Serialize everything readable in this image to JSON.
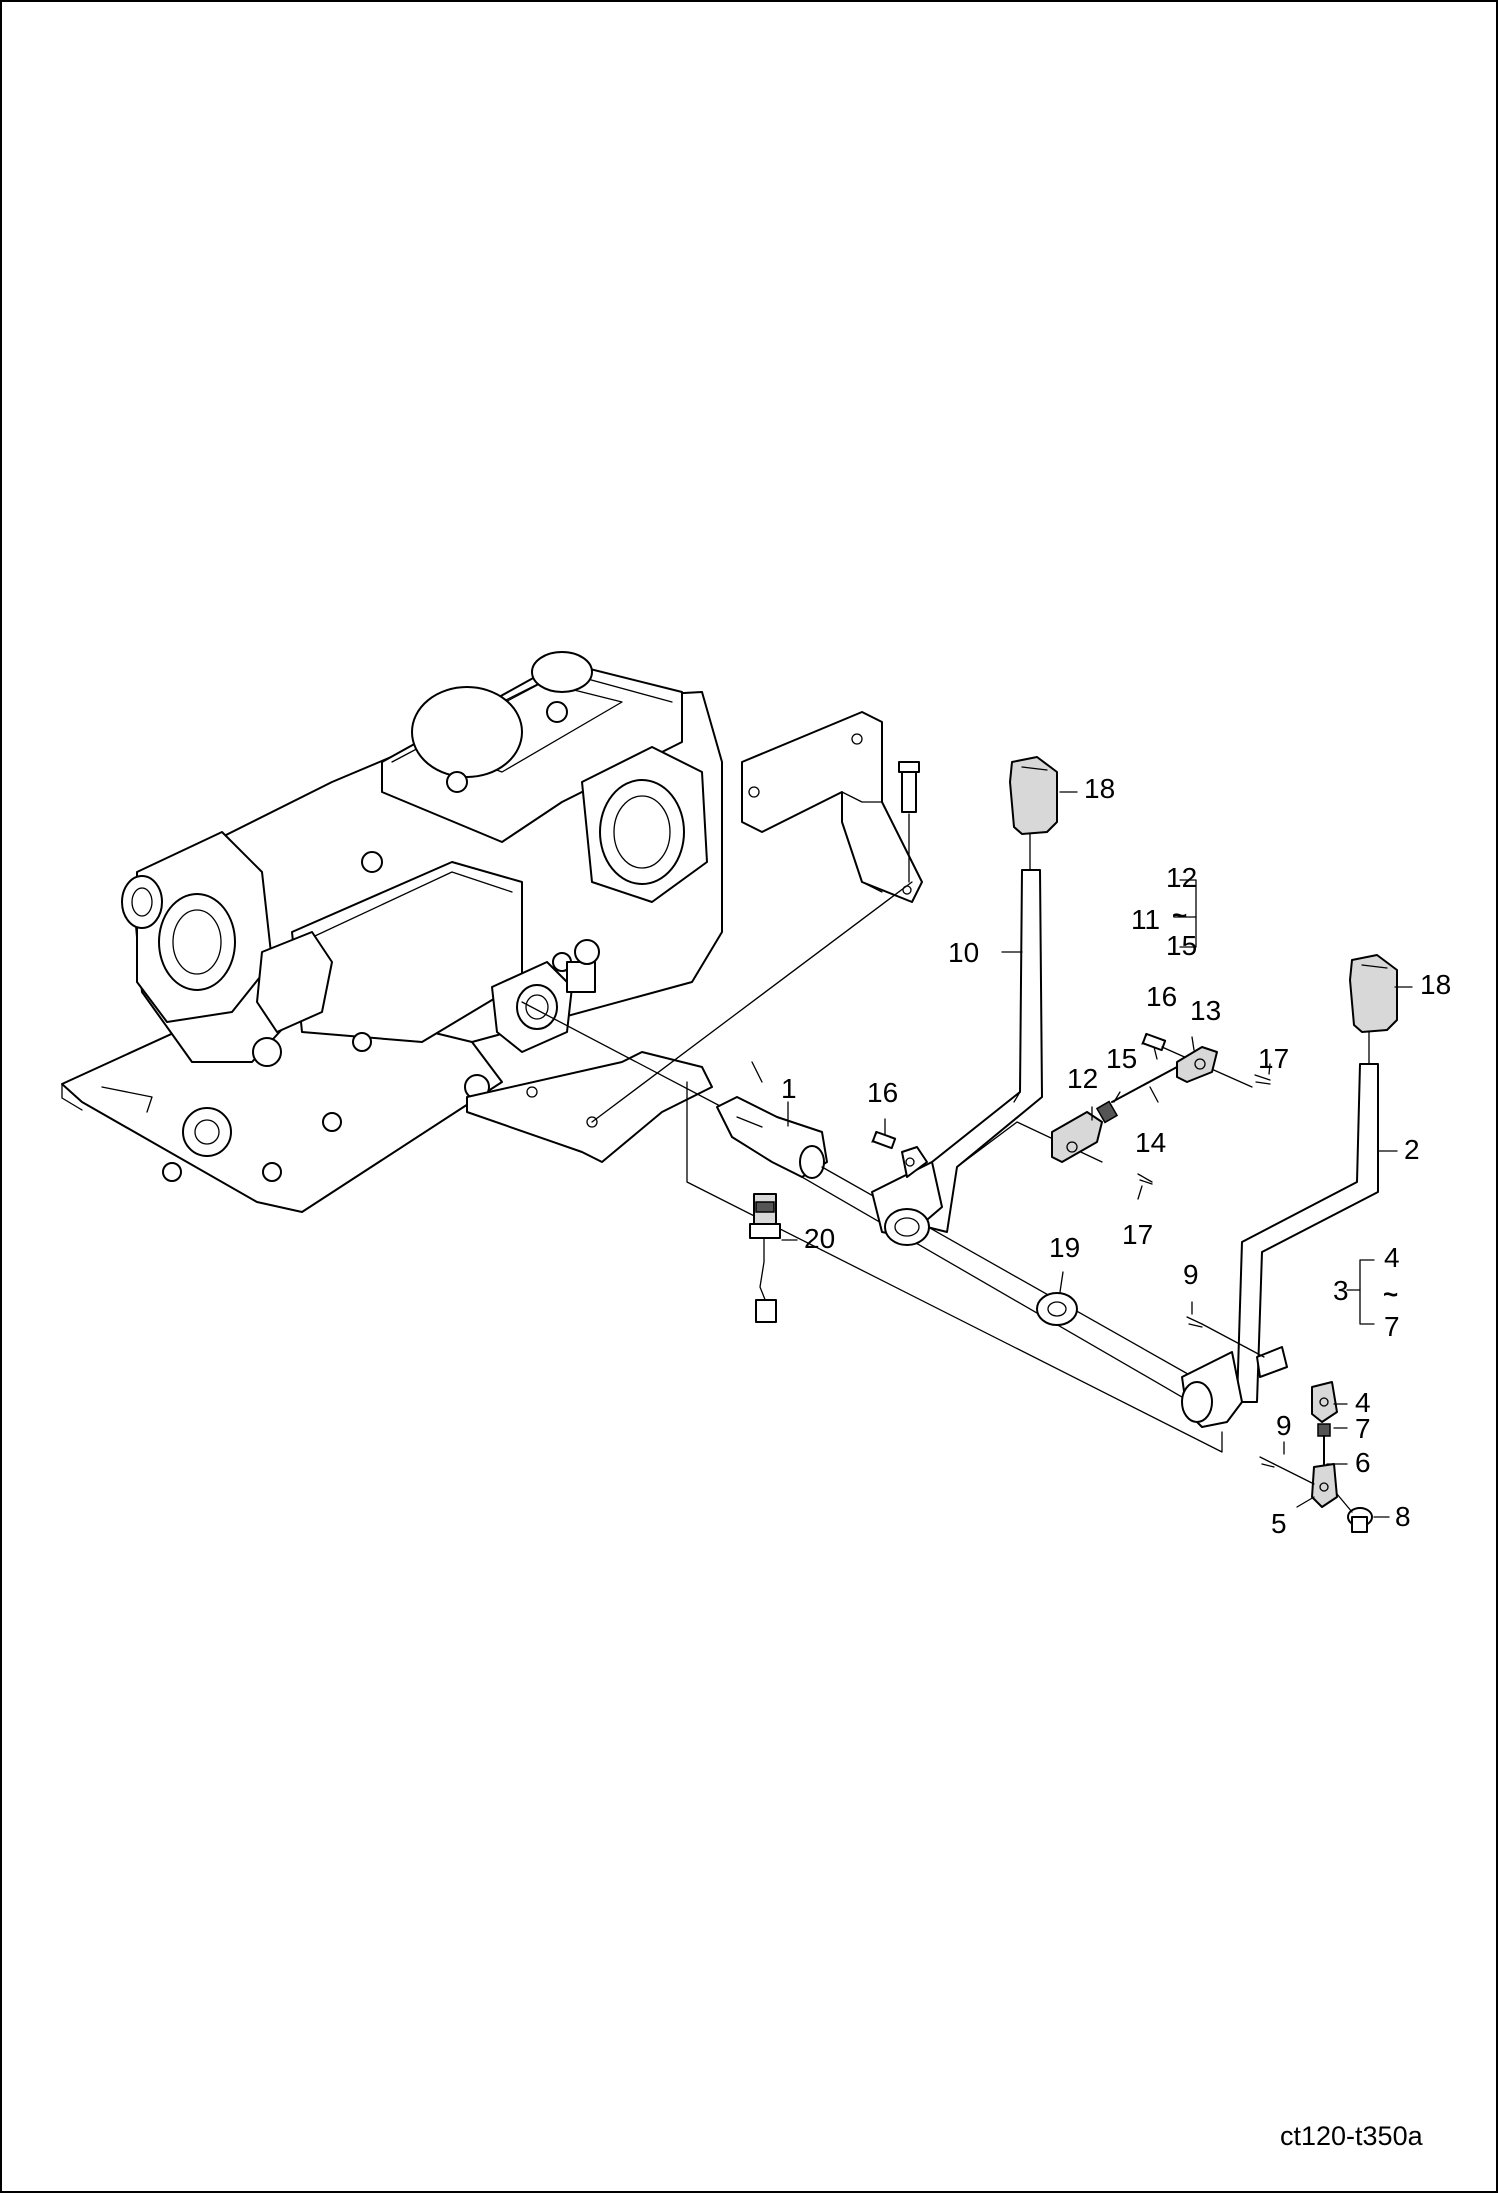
{
  "drawing_code": "ct120-t350a",
  "callouts": {
    "c1": "1",
    "c2": "2",
    "c3": "3",
    "c4a": "4",
    "c4b": "4",
    "c5": "5",
    "c6": "6",
    "c7a": "7",
    "c7b": "7",
    "c8": "8",
    "c9a": "9",
    "c9b": "9",
    "c10": "10",
    "c11": "11",
    "c12a": "12",
    "c12b": "12",
    "c13": "13",
    "c14": "14",
    "c15a": "15",
    "c15b": "15",
    "c16a": "16",
    "c16b": "16",
    "c17a": "17",
    "c17b": "17",
    "c18a": "18",
    "c18b": "18",
    "c19": "19",
    "c20": "20"
  },
  "range_symbol": "~"
}
